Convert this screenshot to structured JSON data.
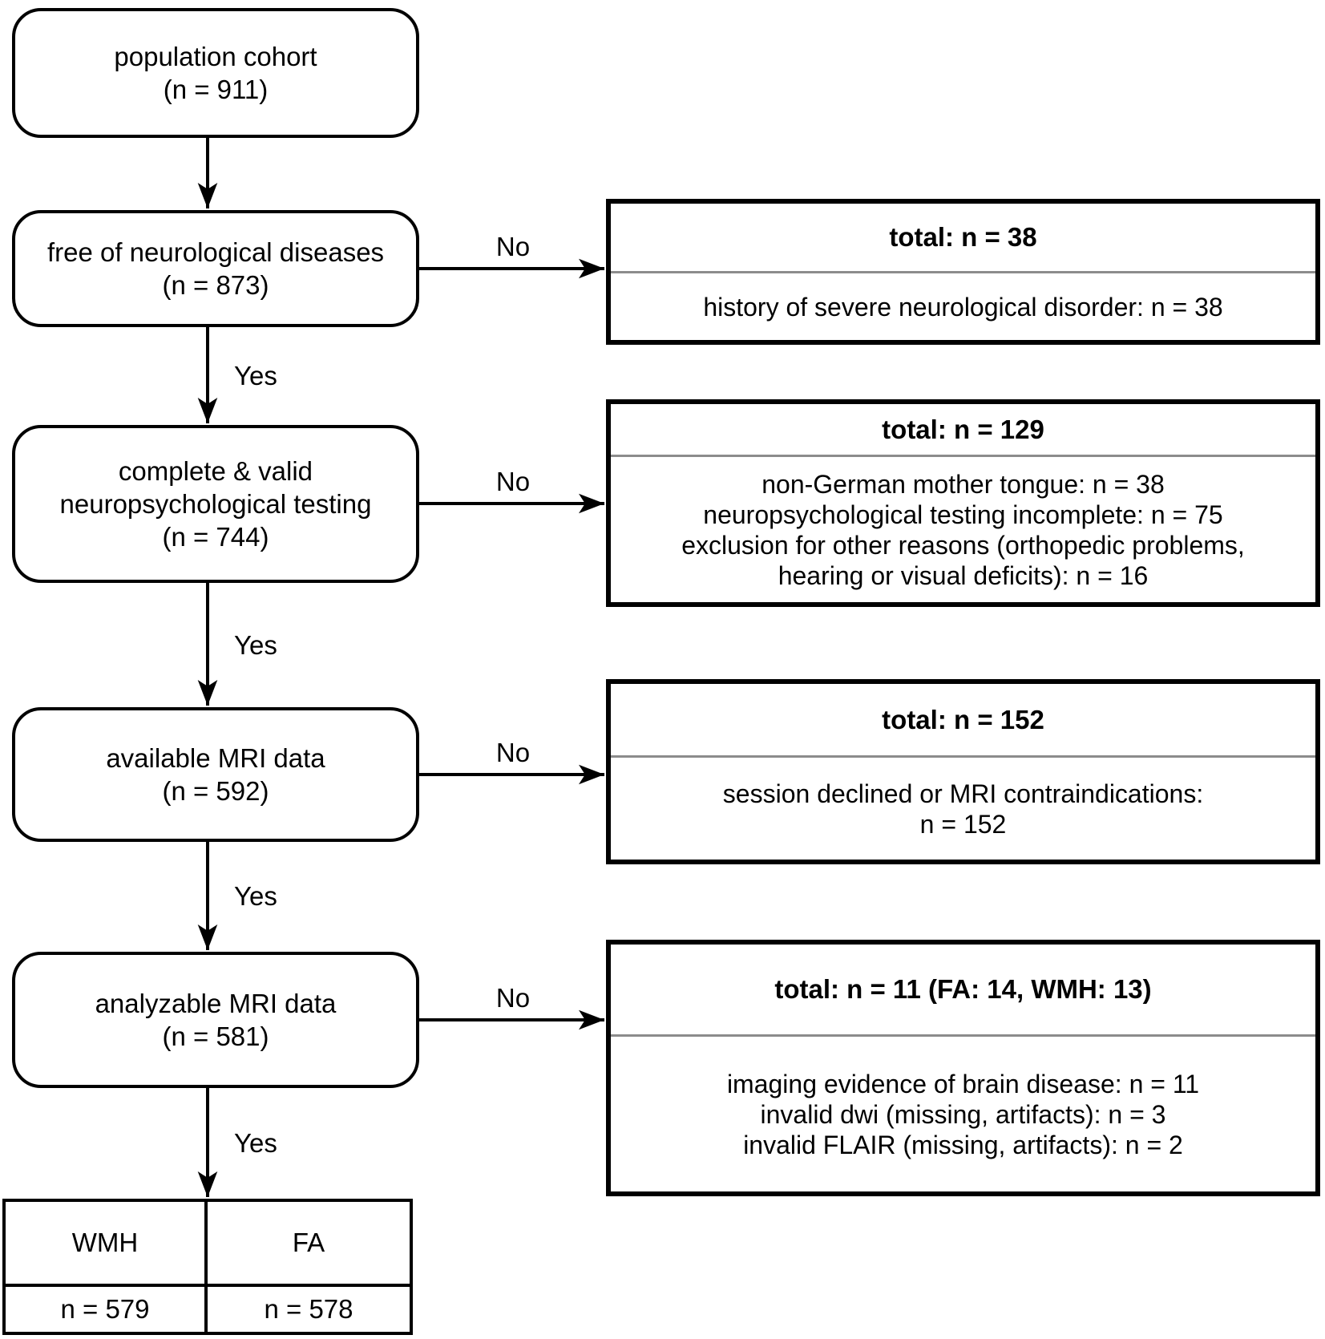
{
  "labels": {
    "yes": "Yes",
    "no": "No"
  },
  "left_boxes": [
    {
      "text": "population cohort\n(n = 911)"
    },
    {
      "text": "free of neurological diseases\n(n = 873)"
    },
    {
      "text": "complete & valid\nneuropsychological testing\n(n = 744)"
    },
    {
      "text": "available MRI data\n(n = 592)"
    },
    {
      "text": "analyzable MRI data\n(n = 581)"
    }
  ],
  "exclusion_boxes": [
    {
      "title": "total: n = 38",
      "body": "history of severe neurological disorder: n = 38"
    },
    {
      "title": "total: n = 129",
      "body": "non-German mother tongue: n = 38\nneuropsychological testing incomplete: n = 75\nexclusion for other reasons (orthopedic problems,\nhearing or visual deficits): n = 16"
    },
    {
      "title": "total: n = 152",
      "body": "session declined or MRI contraindications:\nn = 152"
    },
    {
      "title": "total: n = 11 (FA: 14, WMH: 13)",
      "body": "imaging evidence of brain disease: n = 11\ninvalid dwi (missing, artifacts): n = 3\ninvalid FLAIR (missing, artifacts): n = 2"
    }
  ],
  "result_table": {
    "headers": [
      "WMH",
      "FA"
    ],
    "values": [
      "n = 579",
      "n = 578"
    ]
  },
  "colors": {
    "line": "#000000",
    "divider": "#8c8c8c",
    "background": "#ffffff"
  }
}
